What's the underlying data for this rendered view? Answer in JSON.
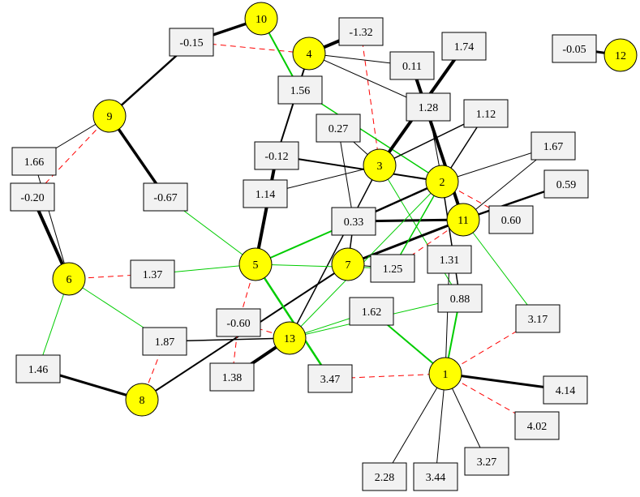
{
  "colors": {
    "node_fill": "#ffff00",
    "box_fill": "#f2f2f2",
    "positive_edge": "#000000",
    "negative_edge": "#ff0000",
    "green_edge": "#00cc00"
  },
  "nodes": [
    {
      "id": "1",
      "label": "1"
    },
    {
      "id": "2",
      "label": "2"
    },
    {
      "id": "3",
      "label": "3"
    },
    {
      "id": "4",
      "label": "4"
    },
    {
      "id": "5",
      "label": "5"
    },
    {
      "id": "6",
      "label": "6"
    },
    {
      "id": "7",
      "label": "7"
    },
    {
      "id": "8",
      "label": "8"
    },
    {
      "id": "9",
      "label": "9"
    },
    {
      "id": "10",
      "label": "10"
    },
    {
      "id": "11",
      "label": "11"
    },
    {
      "id": "12",
      "label": "12"
    },
    {
      "id": "13",
      "label": "13"
    }
  ],
  "weights": [
    {
      "id": "w0",
      "label": "-0.15"
    },
    {
      "id": "w1",
      "label": "-1.32"
    },
    {
      "id": "w2",
      "label": "1.74"
    },
    {
      "id": "w3",
      "label": "-0.05"
    },
    {
      "id": "w4",
      "label": "0.11"
    },
    {
      "id": "w5",
      "label": "1.56"
    },
    {
      "id": "w6",
      "label": "1.28"
    },
    {
      "id": "w7",
      "label": "1.12"
    },
    {
      "id": "w8",
      "label": "0.27"
    },
    {
      "id": "w9",
      "label": "1.66"
    },
    {
      "id": "w10",
      "label": "1.67"
    },
    {
      "id": "w11",
      "label": "-0.12"
    },
    {
      "id": "w12",
      "label": "-0.20"
    },
    {
      "id": "w13",
      "label": "1.14"
    },
    {
      "id": "w14",
      "label": "-0.67"
    },
    {
      "id": "w15",
      "label": "0.59"
    },
    {
      "id": "w16",
      "label": "0.33"
    },
    {
      "id": "w17",
      "label": "0.60"
    },
    {
      "id": "w18",
      "label": "1.31"
    },
    {
      "id": "w19",
      "label": "1.37"
    },
    {
      "id": "w20",
      "label": "1.25"
    },
    {
      "id": "w21",
      "label": "0.88"
    },
    {
      "id": "w22",
      "label": "1.62"
    },
    {
      "id": "w23",
      "label": "3.17"
    },
    {
      "id": "w24",
      "label": "-0.60"
    },
    {
      "id": "w25",
      "label": "1.87"
    },
    {
      "id": "w26",
      "label": "1.46"
    },
    {
      "id": "w27",
      "label": "1.38"
    },
    {
      "id": "w28",
      "label": "3.47"
    },
    {
      "id": "w29",
      "label": "4.14"
    },
    {
      "id": "w30",
      "label": "4.02"
    },
    {
      "id": "w31",
      "label": "3.27"
    },
    {
      "id": "w32",
      "label": "2.28"
    },
    {
      "id": "w33",
      "label": "3.44"
    }
  ],
  "edges": [
    {
      "from": "n10",
      "to": "w0",
      "style": "black",
      "weight": 3.5
    },
    {
      "from": "w0",
      "to": "n9",
      "style": "black",
      "weight": 2.5
    },
    {
      "from": "w0",
      "to": "n4",
      "style": "red-dashed",
      "weight": 1
    },
    {
      "from": "n4",
      "to": "w1",
      "style": "black",
      "weight": 4
    },
    {
      "from": "w1",
      "to": "n3",
      "style": "red-dashed",
      "weight": 1
    },
    {
      "from": "n10",
      "to": "w5",
      "style": "green",
      "weight": 2
    },
    {
      "from": "w5",
      "to": "n2",
      "style": "green",
      "weight": 1.5
    },
    {
      "from": "n4",
      "to": "w4",
      "style": "black",
      "weight": 1
    },
    {
      "from": "n4",
      "to": "w6",
      "style": "black",
      "weight": 1
    },
    {
      "from": "w6",
      "to": "n2",
      "style": "black",
      "weight": 1
    },
    {
      "from": "n4",
      "to": "w11",
      "style": "black",
      "weight": 2
    },
    {
      "from": "w11",
      "to": "n5",
      "style": "black",
      "weight": 4
    },
    {
      "from": "w2",
      "to": "n3",
      "style": "black",
      "weight": 4
    },
    {
      "from": "w4",
      "to": "n11",
      "style": "black",
      "weight": 4
    },
    {
      "from": "w7",
      "to": "n3",
      "style": "black",
      "weight": 1.5
    },
    {
      "from": "w7",
      "to": "n2",
      "style": "black",
      "weight": 1.5
    },
    {
      "from": "w8",
      "to": "n3",
      "style": "black",
      "weight": 1
    },
    {
      "from": "w8",
      "to": "w16",
      "style": "black",
      "weight": 1
    },
    {
      "from": "w11",
      "to": "n2",
      "style": "black",
      "weight": 2
    },
    {
      "from": "w13",
      "to": "n3",
      "style": "black",
      "weight": 1
    },
    {
      "from": "n3",
      "to": "n13",
      "style": "black",
      "weight": 1.5
    },
    {
      "from": "n3",
      "to": "w21",
      "style": "green",
      "weight": 1
    },
    {
      "from": "w10",
      "to": "n2",
      "style": "black",
      "weight": 1
    },
    {
      "from": "w10",
      "to": "n11",
      "style": "black",
      "weight": 1
    },
    {
      "from": "w15",
      "to": "n11",
      "style": "black",
      "weight": 2.5
    },
    {
      "from": "n2",
      "to": "w17",
      "style": "red-dashed",
      "weight": 1
    },
    {
      "from": "w16",
      "to": "n2",
      "style": "black",
      "weight": 2.5
    },
    {
      "from": "w16",
      "to": "n11",
      "style": "black",
      "weight": 3
    },
    {
      "from": "w16",
      "to": "n5",
      "style": "green",
      "weight": 2
    },
    {
      "from": "w16",
      "to": "n7",
      "style": "black",
      "weight": 1.5
    },
    {
      "from": "n11",
      "to": "n7",
      "style": "black",
      "weight": 3
    },
    {
      "from": "n11",
      "to": "w23",
      "style": "green",
      "weight": 1
    },
    {
      "from": "n11",
      "to": "w20",
      "style": "red-dashed",
      "weight": 1
    },
    {
      "from": "n2",
      "to": "w21",
      "style": "black",
      "weight": 1.5
    },
    {
      "from": "n2",
      "to": "w20",
      "style": "green",
      "weight": 1.5
    },
    {
      "from": "w18",
      "to": "n1",
      "style": "black",
      "weight": 1
    },
    {
      "from": "n1",
      "to": "w21",
      "style": "green",
      "weight": 2
    },
    {
      "from": "n9",
      "to": "w9",
      "style": "black",
      "weight": 1
    },
    {
      "from": "n9",
      "to": "w12",
      "style": "red-dashed",
      "weight": 1
    },
    {
      "from": "n9",
      "to": "w14",
      "style": "black",
      "weight": 3.5
    },
    {
      "from": "w9",
      "to": "n6",
      "style": "black",
      "weight": 1
    },
    {
      "from": "w12",
      "to": "n6",
      "style": "black",
      "weight": 4
    },
    {
      "from": "w14",
      "to": "n5",
      "style": "green",
      "weight": 1
    },
    {
      "from": "n6",
      "to": "w19",
      "style": "red-dashed",
      "weight": 1
    },
    {
      "from": "w19",
      "to": "n5",
      "style": "green",
      "weight": 1
    },
    {
      "from": "n6",
      "to": "w25",
      "style": "green",
      "weight": 1
    },
    {
      "from": "n6",
      "to": "w26",
      "style": "green",
      "weight": 1
    },
    {
      "from": "w26",
      "to": "n8",
      "style": "black",
      "weight": 3
    },
    {
      "from": "w25",
      "to": "n8",
      "style": "red-dashed",
      "weight": 1
    },
    {
      "from": "n8",
      "to": "n7",
      "style": "black",
      "weight": 2
    },
    {
      "from": "n5",
      "to": "w24",
      "style": "red-dashed",
      "weight": 1
    },
    {
      "from": "n5",
      "to": "w28",
      "style": "green",
      "weight": 2.5
    },
    {
      "from": "n5",
      "to": "w20",
      "style": "green",
      "weight": 1
    },
    {
      "from": "n7",
      "to": "w20",
      "style": "black",
      "weight": 1
    },
    {
      "from": "w24",
      "to": "n13",
      "style": "red-dashed",
      "weight": 1
    },
    {
      "from": "w24",
      "to": "w27",
      "style": "red-dashed",
      "weight": 1
    },
    {
      "from": "w25",
      "to": "n13",
      "style": "black",
      "weight": 1.5
    },
    {
      "from": "w27",
      "to": "n13",
      "style": "black",
      "weight": 4
    },
    {
      "from": "n13",
      "to": "w22",
      "style": "green",
      "weight": 1
    },
    {
      "from": "n13",
      "to": "w21",
      "style": "green",
      "weight": 1
    },
    {
      "from": "n13",
      "to": "n2",
      "style": "green",
      "weight": 1
    },
    {
      "from": "w22",
      "to": "n1",
      "style": "green",
      "weight": 2
    },
    {
      "from": "w28",
      "to": "n1",
      "style": "red-dashed",
      "weight": 1
    },
    {
      "from": "n1",
      "to": "w23",
      "style": "red-dashed",
      "weight": 1
    },
    {
      "from": "n1",
      "to": "w29",
      "style": "black",
      "weight": 3
    },
    {
      "from": "n1",
      "to": "w30",
      "style": "red-dashed",
      "weight": 1
    },
    {
      "from": "n1",
      "to": "w31",
      "style": "black",
      "weight": 1
    },
    {
      "from": "n1",
      "to": "w32",
      "style": "black",
      "weight": 1
    },
    {
      "from": "n1",
      "to": "w33",
      "style": "black",
      "weight": 1
    },
    {
      "from": "w3",
      "to": "n12",
      "style": "black",
      "weight": 3
    }
  ]
}
